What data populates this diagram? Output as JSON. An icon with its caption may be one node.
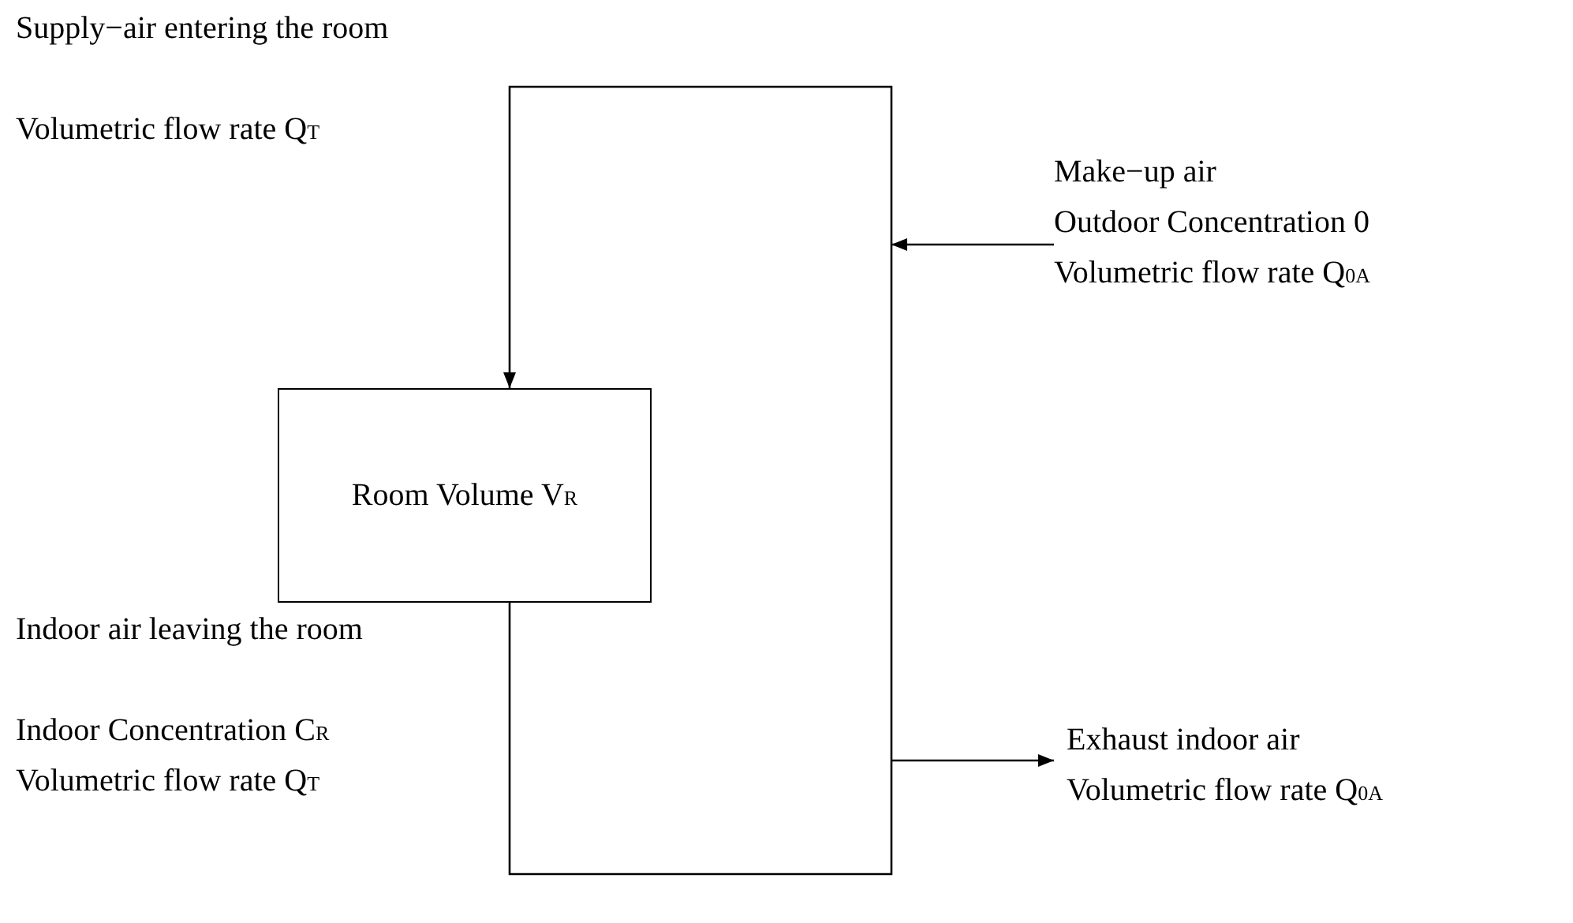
{
  "diagram": {
    "nodes": [
      {
        "text": [
          "Room Volume V$_{R}$"
        ]
      },
      {
        "text": [
          "Make−up air",
          "Outdoor Concentration 0",
          "Volumetric flow rate Q$_{0A}$"
        ]
      },
      {
        "text": [
          "Exhaust indoor air",
          "Volumetric flow rate Q$_{0A}$"
        ]
      }
    ],
    "edges": [
      {
        "from": 0,
        "to": 0,
        "arrow": "to"
      },
      {
        "from": 1,
        "to": null,
        "arrow": "to"
      },
      {
        "from": null,
        "to": 2,
        "arrow": "to"
      }
    ],
    "labels": [
      "Supply−air entering the room",
      "Volumetric flow rate Q$_{T}$",
      "Indoor air leaving the room",
      "Indoor Concentration C$_{R}$",
      "Volumetric flow rate Q$_{T}$"
    ]
  }
}
